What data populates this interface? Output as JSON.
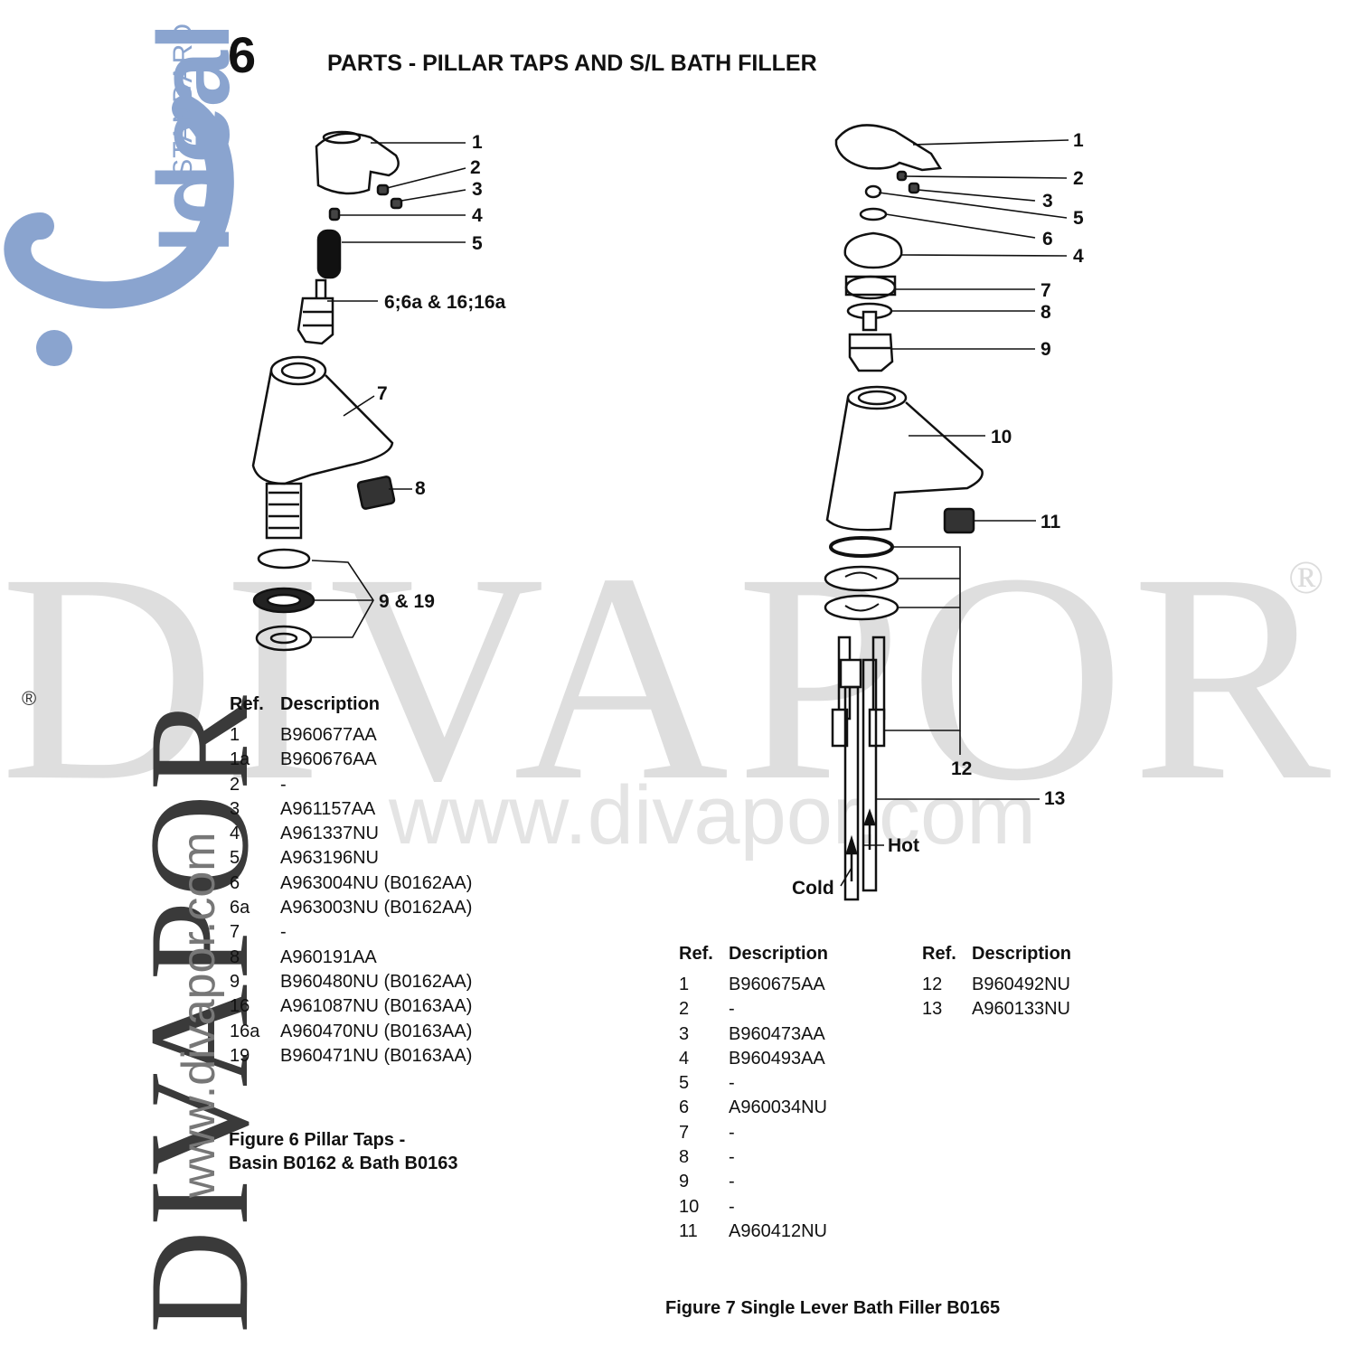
{
  "brand": {
    "logo_word": "Ideal",
    "logo_sub": "STANDARD",
    "watermark": "DIVAPOR",
    "watermark_reg": "®",
    "watermark_url": "www.divapor.com",
    "logo_color": "#8aa4cf"
  },
  "page": {
    "number": "6",
    "title": "PARTS - PILLAR TAPS AND S/L BATH FILLER"
  },
  "figure6": {
    "callouts": [
      "1",
      "2",
      "3",
      "4",
      "5",
      "6;6a & 16;16a",
      "7",
      "8",
      "9 & 19"
    ],
    "table": {
      "ref_header": "Ref.",
      "desc_header": "Description",
      "rows": [
        {
          "ref": "1",
          "desc": "B960677AA"
        },
        {
          "ref": "1a",
          "desc": "B960676AA"
        },
        {
          "ref": "2",
          "desc": "-"
        },
        {
          "ref": "3",
          "desc": "A961157AA"
        },
        {
          "ref": "4",
          "desc": "A961337NU"
        },
        {
          "ref": "5",
          "desc": "A963196NU"
        },
        {
          "ref": "6",
          "desc": "A963004NU (B0162AA)"
        },
        {
          "ref": "6a",
          "desc": "A963003NU (B0162AA)"
        },
        {
          "ref": "7",
          "desc": "-"
        },
        {
          "ref": "8",
          "desc": "A960191AA"
        },
        {
          "ref": "9",
          "desc": "B960480NU (B0162AA)"
        },
        {
          "ref": "16",
          "desc": "A961087NU (B0163AA)"
        },
        {
          "ref": "16a",
          "desc": "A960470NU (B0163AA)"
        },
        {
          "ref": "19",
          "desc": "B960471NU (B0163AA)"
        }
      ]
    },
    "caption_line1": "Figure 6  Pillar Taps -",
    "caption_line2": "Basin B0162 & Bath B0163"
  },
  "figure7": {
    "callouts": [
      "1",
      "2",
      "3",
      "5",
      "6",
      "4",
      "7",
      "8",
      "9",
      "10",
      "11",
      "12",
      "13"
    ],
    "hot_label": "Hot",
    "cold_label": "Cold",
    "table_a": {
      "ref_header": "Ref.",
      "desc_header": "Description",
      "rows": [
        {
          "ref": "1",
          "desc": "B960675AA"
        },
        {
          "ref": "2",
          "desc": "-"
        },
        {
          "ref": "3",
          "desc": "B960473AA"
        },
        {
          "ref": "4",
          "desc": "B960493AA"
        },
        {
          "ref": "5",
          "desc": "-"
        },
        {
          "ref": "6",
          "desc": "A960034NU"
        },
        {
          "ref": "7",
          "desc": "-"
        },
        {
          "ref": "8",
          "desc": "-"
        },
        {
          "ref": "9",
          "desc": "-"
        },
        {
          "ref": "10",
          "desc": "-"
        },
        {
          "ref": "11",
          "desc": "A960412NU"
        }
      ]
    },
    "table_b": {
      "ref_header": "Ref.",
      "desc_header": "Description",
      "rows": [
        {
          "ref": "12",
          "desc": "B960492NU"
        },
        {
          "ref": "13",
          "desc": "A960133NU"
        }
      ]
    },
    "caption": "Figure 7 Single Lever Bath Filler B0165"
  }
}
